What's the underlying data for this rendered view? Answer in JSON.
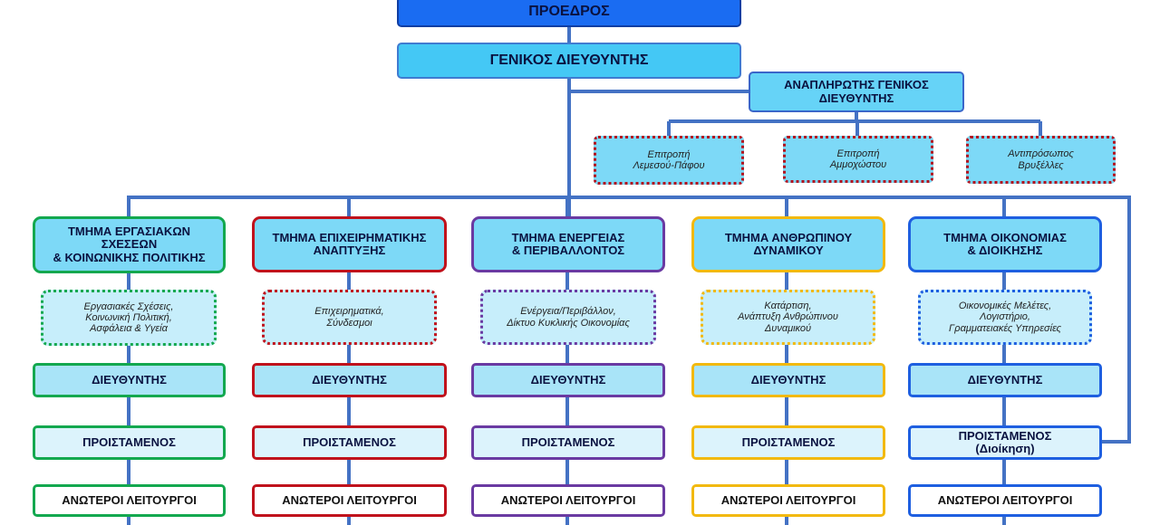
{
  "president": "ΠΡΟΕΔΡΟΣ",
  "general_manager": "ΓΕΝΙΚΟΣ ΔΙΕΥΘΥΝΤΗΣ",
  "deputy_general_manager": "ΑΝΑΠΛΗΡΩΤΗΣ ΓΕΝΙΚΟΣ\nΔΙΕΥΘΥΝΤΗΣ",
  "committees": [
    {
      "label": "Επιτροπή\nΛεμεσού-Πάφου"
    },
    {
      "label": "Επιτροπή\nΑμμοχώστου"
    },
    {
      "label": "Αντιπρόσωπος\nΒρυξέλλες"
    }
  ],
  "colors": {
    "connector": "#4472c4",
    "committee_border": "#b3121e"
  },
  "departments": [
    {
      "title": "ΤΜΗΜΑ ΕΡΓΑΣΙΑΚΩΝ\nΣΧΕΣΕΩΝ\n& ΚΟΙΝΩΝΙΚΗΣ ΠΟΛΙΤΙΚΗΣ",
      "area": "Εργασιακές Σχέσεις,\nΚοινωνική Πολιτική,\nΑσφάλεια & Υγεία",
      "director": "ΔΙΕΥΘΥΝΤΗΣ",
      "head": "ΠΡΟΙΣΤΑΜΕΝΟΣ",
      "senior": "ΑΝΩΤΕΡΟΙ ΛΕΙΤΟΥΡΓΟΙ",
      "color": "#13a84f"
    },
    {
      "title": "ΤΜΗΜΑ ΕΠΙΧΕΙΡΗΜΑΤΙΚΗΣ\nΑΝΑΠΤΥΞΗΣ",
      "area": "Επιχειρηματικά,\nΣύνδεσμοι",
      "director": "ΔΙΕΥΘΥΝΤΗΣ",
      "head": "ΠΡΟΙΣΤΑΜΕΝΟΣ",
      "senior": "ΑΝΩΤΕΡΟΙ ΛΕΙΤΟΥΡΓΟΙ",
      "color": "#c0121c"
    },
    {
      "title": "ΤΜΗΜΑ ΕΝΕΡΓΕΙΑΣ\n& ΠΕΡΙΒΑΛΛΟΝΤΟΣ",
      "area": "Ενέργεια/Περιβάλλον,\nΔίκτυο Κυκλικής Οικονομίας",
      "director": "ΔΙΕΥΘΥΝΤΗΣ",
      "head": "ΠΡΟΙΣΤΑΜΕΝΟΣ",
      "senior": "ΑΝΩΤΕΡΟΙ ΛΕΙΤΟΥΡΓΟΙ",
      "color": "#6a3aa2"
    },
    {
      "title": "ΤΜΗΜΑ ΑΝΘΡΩΠΙΝΟΥ\nΔΥΝΑΜΙΚΟΥ",
      "area": "Κατάρτιση,\nΑνάπτυξη Ανθρώπινου\nΔυναμικού",
      "director": "ΔΙΕΥΘΥΝΤΗΣ",
      "head": "ΠΡΟΙΣΤΑΜΕΝΟΣ",
      "senior": "ΑΝΩΤΕΡΟΙ ΛΕΙΤΟΥΡΓΟΙ",
      "color": "#f2b90f"
    },
    {
      "title": "ΤΜΗΜΑ ΟΙΚΟΝΟΜΙΑΣ\n& ΔΙΟΙΚΗΣΗΣ",
      "area": "Οικονομικές Μελέτες,\nΛογιστήριο,\nΓραμματειακές Υπηρεσίες",
      "director": "ΔΙΕΥΘΥΝΤΗΣ",
      "head": "ΠΡΟΙΣΤΑΜΕΝΟΣ\n(Διοίκηση)",
      "senior": "ΑΝΩΤΕΡΟΙ ΛΕΙΤΟΥΡΓΟΙ",
      "color": "#1e5fe0"
    }
  ]
}
